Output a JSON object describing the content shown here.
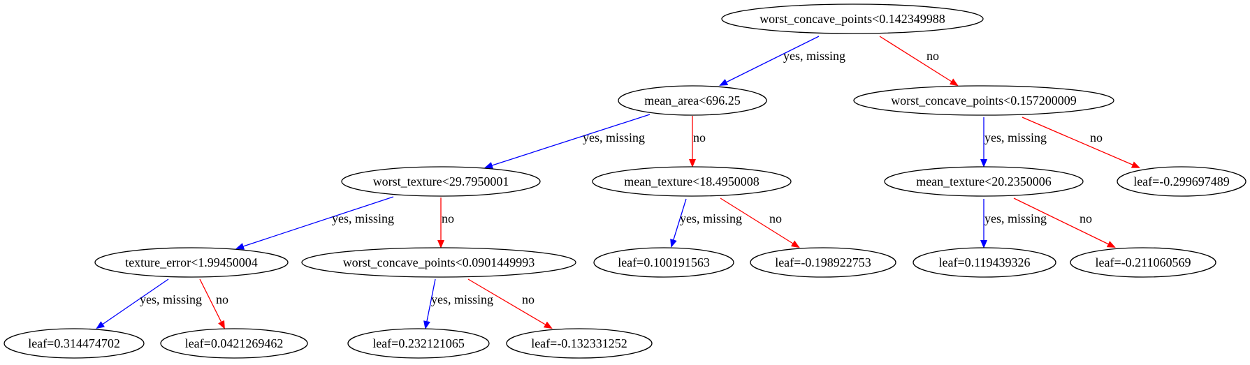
{
  "colors": {
    "yes": "#0000ff",
    "no": "#ff0000",
    "node_stroke": "#000000"
  },
  "nodes": [
    {
      "id": "n0",
      "label": "worst_concave_points<0.142349988"
    },
    {
      "id": "n1",
      "label": "mean_area<696.25"
    },
    {
      "id": "n2",
      "label": "worst_concave_points<0.157200009"
    },
    {
      "id": "n3",
      "label": "worst_texture<29.7950001"
    },
    {
      "id": "n4",
      "label": "mean_texture<18.4950008"
    },
    {
      "id": "n5",
      "label": "mean_texture<20.2350006"
    },
    {
      "id": "n6",
      "label": "leaf=-0.299697489"
    },
    {
      "id": "n7",
      "label": "texture_error<1.99450004"
    },
    {
      "id": "n8",
      "label": "worst_concave_points<0.0901449993"
    },
    {
      "id": "n9",
      "label": "leaf=0.100191563"
    },
    {
      "id": "n10",
      "label": "leaf=-0.198922753"
    },
    {
      "id": "n11",
      "label": "leaf=0.119439326"
    },
    {
      "id": "n12",
      "label": "leaf=-0.211060569"
    },
    {
      "id": "n13",
      "label": "leaf=0.314474702"
    },
    {
      "id": "n14",
      "label": "leaf=0.0421269462"
    },
    {
      "id": "n15",
      "label": "leaf=0.232121065"
    },
    {
      "id": "n16",
      "label": "leaf=-0.132331252"
    }
  ],
  "edges": [
    {
      "from": "n0",
      "to": "n1",
      "kind": "yes",
      "label": "yes, missing"
    },
    {
      "from": "n0",
      "to": "n2",
      "kind": "no",
      "label": "no"
    },
    {
      "from": "n1",
      "to": "n3",
      "kind": "yes",
      "label": "yes, missing"
    },
    {
      "from": "n1",
      "to": "n4",
      "kind": "no",
      "label": "no"
    },
    {
      "from": "n2",
      "to": "n5",
      "kind": "yes",
      "label": "yes, missing"
    },
    {
      "from": "n2",
      "to": "n6",
      "kind": "no",
      "label": "no"
    },
    {
      "from": "n3",
      "to": "n7",
      "kind": "yes",
      "label": "yes, missing"
    },
    {
      "from": "n3",
      "to": "n8",
      "kind": "no",
      "label": "no"
    },
    {
      "from": "n4",
      "to": "n9",
      "kind": "yes",
      "label": "yes, missing"
    },
    {
      "from": "n4",
      "to": "n10",
      "kind": "no",
      "label": "no"
    },
    {
      "from": "n5",
      "to": "n11",
      "kind": "yes",
      "label": "yes, missing"
    },
    {
      "from": "n5",
      "to": "n12",
      "kind": "no",
      "label": "no"
    },
    {
      "from": "n7",
      "to": "n13",
      "kind": "yes",
      "label": "yes, missing"
    },
    {
      "from": "n7",
      "to": "n14",
      "kind": "no",
      "label": "no"
    },
    {
      "from": "n8",
      "to": "n15",
      "kind": "yes",
      "label": "yes, missing"
    },
    {
      "from": "n8",
      "to": "n16",
      "kind": "no",
      "label": "no"
    }
  ]
}
